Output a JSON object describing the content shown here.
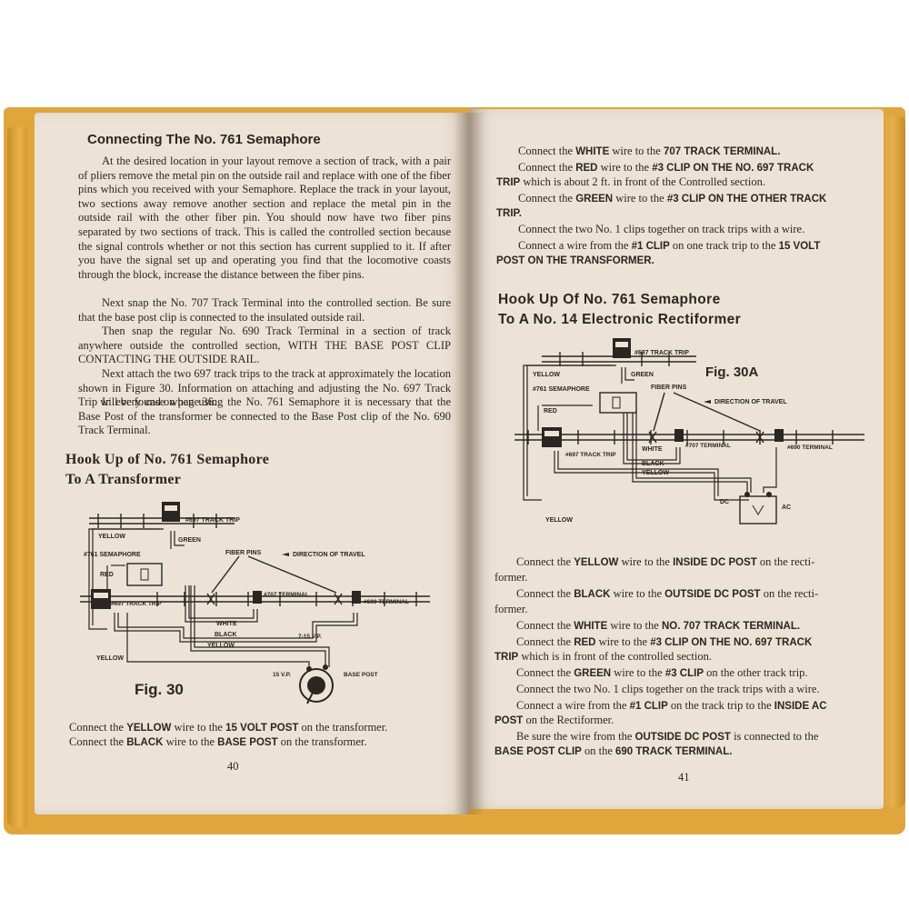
{
  "left": {
    "heading": "Connecting The No. 761 Semaphore",
    "p1": "At the desired location in your layout remove a section of track, with a pair of pliers remove the metal pin on the outside rail and replace with one of the fiber pins which you received with your Semaphore. Replace the track in your layout, two sections away remove another section and replace the metal pin in the outside rail with the other fiber pin. You should now have two fiber pins separated by two sections of track. This is called the controlled section because the signal controls whether or not this section has current supplied to it. If after you have the signal set up and operating you find that the locomotive coasts through the block, increase the distance between the fiber pins.",
    "p2": "Next snap the No. 707 Track Terminal into the controlled section. Be sure that the base post clip is connected to the insulated outside rail.",
    "p3": "Then snap the regular No. 690 Track Terminal in a section of track anywhere outside the controlled section, WITH THE BASE POST CLIP CONTACTING THE OUTSIDE RAIL.",
    "p4": "Next attach the two 697 track trips to the track at approximately the location shown in Figure 30. Information on attaching and adjusting the No. 697 Track Trip will be found on page 36.",
    "p5": "In every case when using the No. 761 Semaphore it is necessary that the Base Post of the transformer be connected to the Base Post clip of the No. 690 Track Terminal.",
    "heading2_l1": "Hook Up of No. 761 Semaphore",
    "heading2_l2": "To A Transformer",
    "fig": {
      "track_trip_top": "#697 TRACK TRIP",
      "yellow": "YELLOW",
      "green": "GREEN",
      "semaphore": "#761 SEMAPHORE",
      "fiber_pins": "FIBER PINS",
      "red": "RED",
      "direction": "DIRECTION OF TRAVEL",
      "terminal707": "#707 TERMINAL",
      "terminal690": "#690 TERMINAL",
      "track_trip_bottom": "#697 TRACK TRIP",
      "white": "WHITE",
      "black": "BLACK",
      "yellow2": "YELLOW",
      "yellow3": "YELLOW",
      "v715": "7-15 V.P.",
      "v15": "15 V.P.",
      "base_post": "BASE POST",
      "caption": "Fig. 30"
    },
    "c1_pre": "Connect the ",
    "c1_b1": "YELLOW",
    "c1_mid": " wire to the ",
    "c1_b2": "15 VOLT POST",
    "c1_post": " on the transformer.",
    "c2_pre": "Connect the ",
    "c2_b1": "BLACK",
    "c2_mid": " wire to the ",
    "c2_b2": "BASE POST",
    "c2_post": " on the transformer.",
    "page_number": "40"
  },
  "right": {
    "r1_pre": "Connect the ",
    "r1_b1": "WHITE",
    "r1_mid": " wire to the ",
    "r1_b2": "707 TRACK TERMINAL.",
    "r2_pre": "Connect the ",
    "r2_b1": "RED",
    "r2_mid": " wire to the ",
    "r2_b2": "#3 CLIP ON THE NO. 697 TRACK",
    "r2b_b": "TRIP",
    "r2b_post": " which is about 2 ft. in front of the Controlled section.",
    "r3_pre": "Connect the ",
    "r3_b1": "GREEN",
    "r3_mid": " wire to the ",
    "r3_b2": "#3 CLIP ON THE OTHER TRACK",
    "r3b_b": "TRIP.",
    "r4": "Connect the two No. 1 clips together on track trips with a wire.",
    "r5_pre": "Connect a wire from the ",
    "r5_b1": "#1 CLIP",
    "r5_mid": " on one track trip to the ",
    "r5_b2": "15 VOLT",
    "r5b_b": "POST ON THE TRANSFORMER.",
    "heading_l1": "Hook Up Of No. 761 Semaphore",
    "heading_l2": "To A No. 14 Electronic Rectiformer",
    "fig": {
      "track_trip_top": "#697 TRACK TRIP",
      "caption": "Fig. 30A",
      "yellow": "YELLOW",
      "green": "GREEN",
      "semaphore": "#761 SEMAPHORE",
      "fiber_pins": "FIBER PINS",
      "red": "RED",
      "direction": "DIRECTION OF TRAVEL",
      "white": "WHITE",
      "terminal707": "#707 TERMINAL",
      "terminal690": "#690 TERMINAL",
      "track_trip_bottom": "#697 TRACK TRIP",
      "black": "BLACK",
      "yellow2": "YELLOW",
      "dc": "DC",
      "ac": "AC",
      "yellow3": "YELLOW"
    },
    "s1_pre": "Connect the ",
    "s1_b1": "YELLOW",
    "s1_mid": " wire to the ",
    "s1_b2": "INSIDE DC POST",
    "s1_post": " on the recti-",
    "s1b": "former.",
    "s2_pre": "Connect the ",
    "s2_b1": "BLACK",
    "s2_mid": " wire to the ",
    "s2_b2": "OUTSIDE DC POST",
    "s2_post": " on the recti-",
    "s2b": "former.",
    "s3_pre": "Connect the ",
    "s3_b1": "WHITE",
    "s3_mid": " wire to the ",
    "s3_b2": "NO. 707 TRACK TERMINAL.",
    "s4_pre": "Connect the ",
    "s4_b1": "RED",
    "s4_mid": " wire to the ",
    "s4_b2": "#3 CLIP ON THE NO. 697 TRACK",
    "s4b_b": "TRIP",
    "s4b_post": " which is in front of the controlled section.",
    "s5_pre": "Connect the ",
    "s5_b1": "GREEN",
    "s5_mid": " wire to the ",
    "s5_b2": "#3 CLIP",
    "s5_post": " on the other track trip.",
    "s6": "Connect the two No. 1 clips together on the track trips with a wire.",
    "s7_pre": "Connect a wire from the ",
    "s7_b1": "#1 CLIP",
    "s7_mid": " on the track trip to the ",
    "s7_b2": "INSIDE AC",
    "s7b_b": "POST",
    "s7b_post": " on the Rectiformer.",
    "s8_pre": "Be sure the wire from the ",
    "s8_b1": "OUTSIDE DC POST",
    "s8_post": " is connected to the",
    "s8b_b": "BASE POST CLIP",
    "s8b_mid": " on the ",
    "s8b_b2": "690 TRACK TERMINAL.",
    "page_number": "41"
  }
}
